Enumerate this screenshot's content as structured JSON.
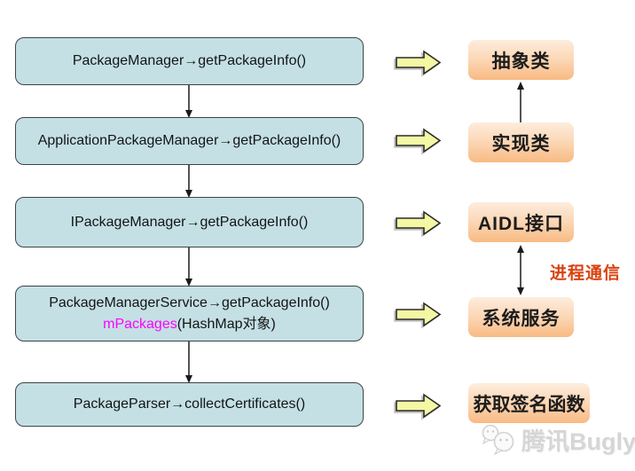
{
  "left_flow": {
    "boxes": [
      {
        "text": "PackageManager→getPackageInfo()"
      },
      {
        "text": "ApplicationPackageManager→getPackageInfo()"
      },
      {
        "text": "IPackageManager→getPackageInfo()"
      },
      {
        "line1": "PackageManagerService→getPackageInfo()",
        "line2_highlight": "mPackages",
        "line2_rest": "(HashMap对象)"
      },
      {
        "text": "PackageParser→collectCertificates()"
      }
    ]
  },
  "right_flow": {
    "boxes": [
      {
        "label": "抽象类"
      },
      {
        "label": "实现类"
      },
      {
        "label": "AIDL接口"
      },
      {
        "label": "系统服务"
      },
      {
        "label": "获取签名函数"
      }
    ],
    "ipc_label": "进程通信"
  },
  "watermark": {
    "brand": "腾讯Bugly",
    "icon": "wechat-bubbles-icon"
  },
  "icons": {
    "flow_arrow": "yellow-right-arrow",
    "step_connector": "down-arrow",
    "inherit_connector": "up-arrow",
    "ipc_connector": "double-headed-arrow"
  },
  "colors": {
    "left_box_fill": "#c4e0e5",
    "left_box_border": "#3f4345",
    "right_box_gradient_top": "#fdeddd",
    "right_box_gradient_bottom": "#f8ba82",
    "yellow_arrow_fill": "#f4f7a3",
    "highlight_magenta": "#ff00ff",
    "ipc_red": "#d84311",
    "watermark_gray": "#d6d6d6"
  }
}
